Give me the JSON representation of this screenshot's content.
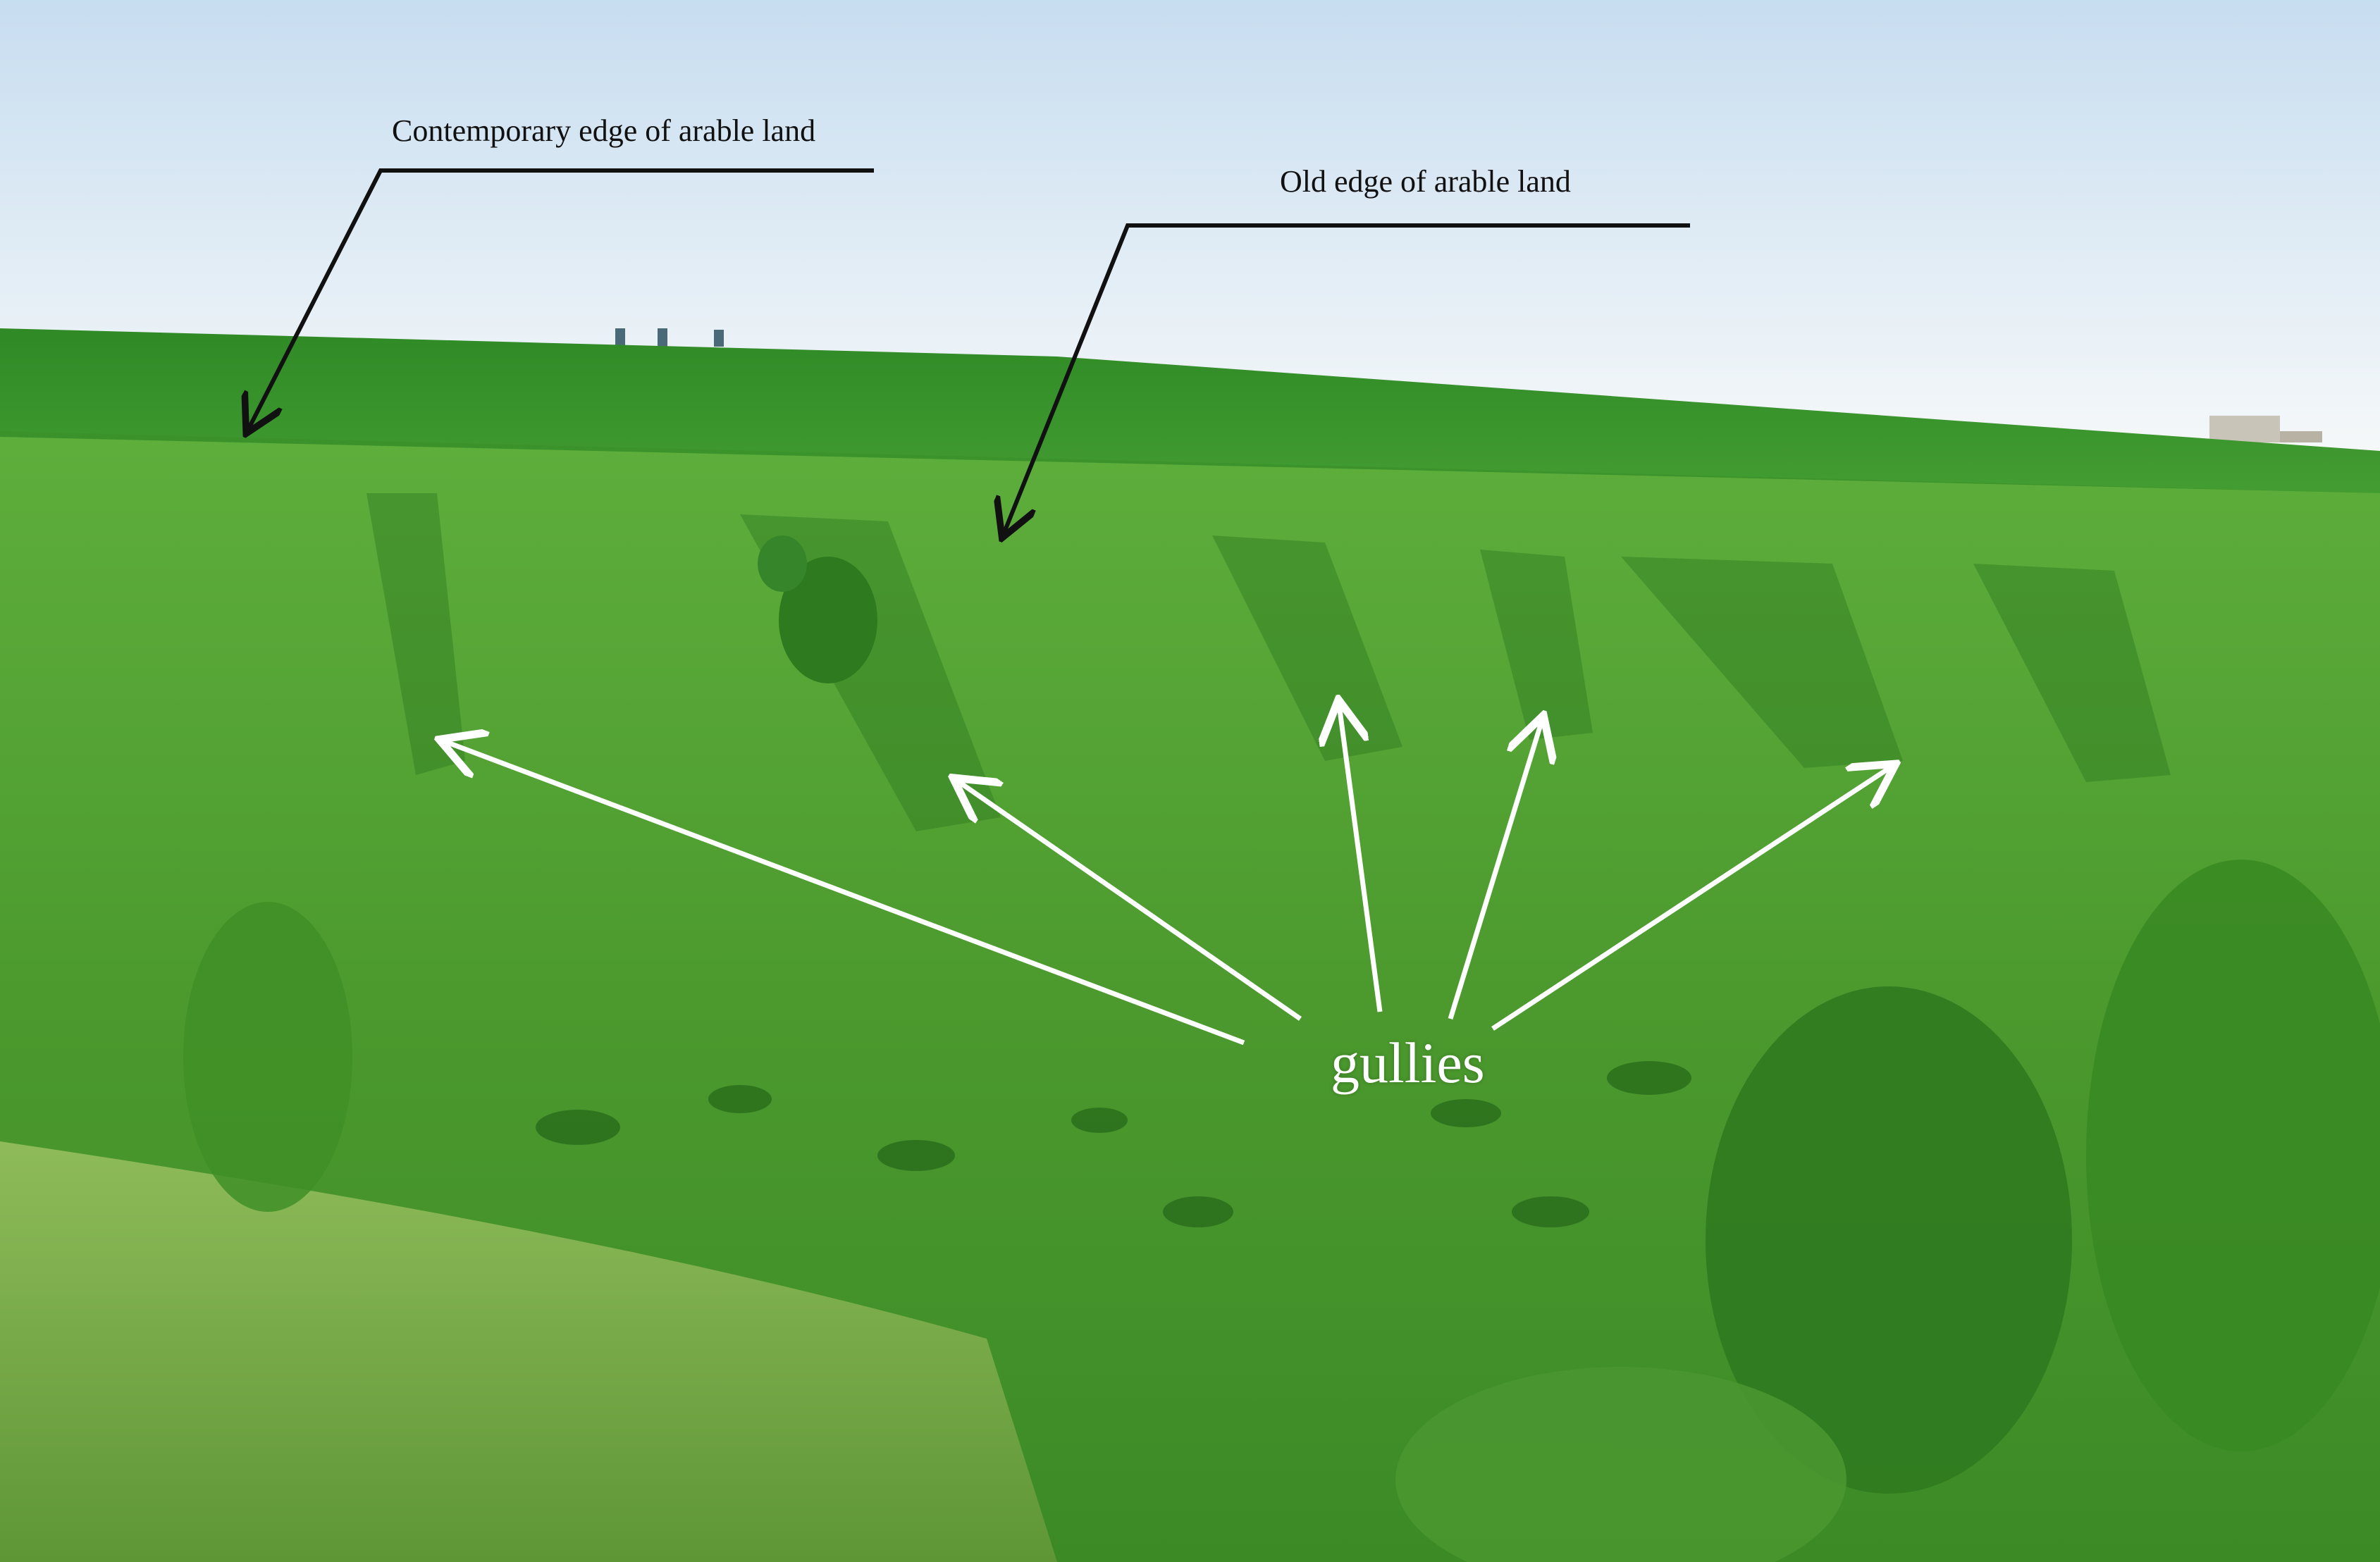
{
  "annotations": {
    "contemporary_edge": "Contemporary edge of arable land",
    "old_edge": "Old edge of arable land",
    "gullies": "gullies"
  },
  "colors": {
    "sky_top": "#cfe3f3",
    "sky_bottom": "#f4f7f8",
    "field": "#3f9a2f",
    "slope": "#5aa83a",
    "slope_dark": "#2f7a22",
    "foreground_grass": "#9cc062",
    "annotation_dark": "#111111",
    "annotation_light": "#ffffff"
  },
  "icons": [
    "pointer-arrow-black",
    "pointer-arrow-white"
  ]
}
